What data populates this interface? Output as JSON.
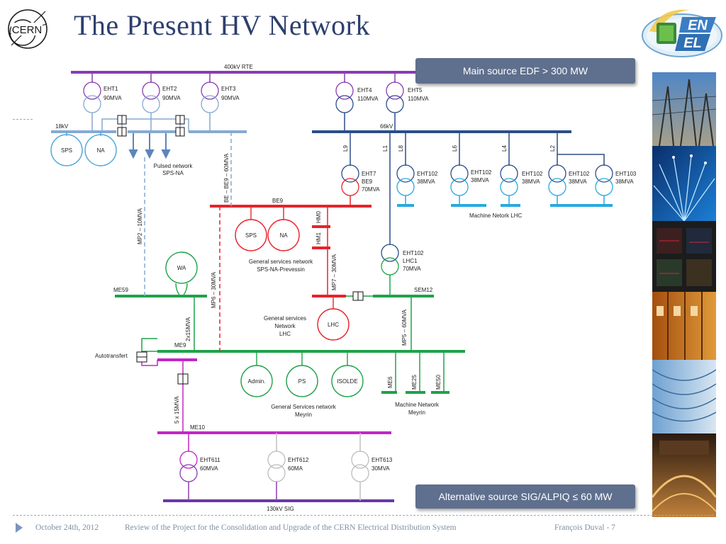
{
  "slide": {
    "title": "The Present HV Network",
    "cern_logo_text": "CERN",
    "enel_logo_text_top": "EN",
    "enel_logo_text_bottom": "EL",
    "callout_main": "Main source  EDF > 300 MW",
    "callout_alt": "Alternative source SIG/ALPIQ ≤ 60 MW"
  },
  "footer": {
    "date": "October 24th, 2012",
    "review": "Review of the Project for the Consolidation and Upgrade of the  CERN Electrical Distribution System",
    "author": "François Duval - 7"
  },
  "colors": {
    "title": "#2e3f6e",
    "bus_400kv": "#8a3cb3",
    "bus_18kv": "#86a9d2",
    "bus_66kv": "#2b4d88",
    "bus_be9": "#e8232b",
    "bus_me": "#1fa24a",
    "bus_me10": "#c226c9",
    "bus_lhc": "#27a9e1",
    "bus_130kv": "#6a35a9"
  },
  "diagram": {
    "bus_400kv": "400kV RTE",
    "bus_18kv": "18kV",
    "bus_66kv": "66kV",
    "bus_be9": "BE9",
    "bus_me59": "ME59",
    "bus_sem12": "SEM12",
    "bus_me9": "ME9",
    "bus_me10": "ME10",
    "bus_130kv": "130kV SIG",
    "eht1_name": "EHT1",
    "eht1_rating": "90MVA",
    "eht2_name": "EHT2",
    "eht2_rating": "90MVA",
    "eht3_name": "EHT3",
    "eht3_rating": "90MVA",
    "eht4_name": "EHT4",
    "eht4_rating": "110MVA",
    "eht5_name": "EHT5",
    "eht5_rating": "110MVA",
    "eht7_l1": "EHT7",
    "eht7_l2": "BE9",
    "eht7_l3": "70MVA",
    "lhc_eht1_name": "EHT102",
    "lhc_eht1_rating": "38MVA",
    "lhc_eht2_name": "EHT102",
    "lhc_eht2_rating": "38MVA",
    "lhc_eht3_name": "EHT102",
    "lhc_eht3_rating": "38MVA",
    "lhc_eht4_name": "EHT102",
    "lhc_eht4_rating": "38MVA",
    "lhc_eht5_name": "EHT103",
    "lhc_eht5_rating": "38MVA",
    "ehtlhc1_l1": "EHT102",
    "ehtlhc1_l2": "LHC1",
    "ehtlhc1_l3": "70MVA",
    "eht611_name": "EHT611",
    "eht611_rating": "60MVA",
    "eht612_name": "EHT612",
    "eht612_rating": "60MA",
    "eht613_name": "EHT613",
    "eht613_rating": "30MVA",
    "line_l9": "L9",
    "line_l1": "L1",
    "line_l8": "L8",
    "line_l6": "L6",
    "line_l4": "L4",
    "line_l2": "L2",
    "load_sps": "SPS",
    "load_na": "NA",
    "load_be9_sps": "SPS",
    "load_be9_na": "NA",
    "load_wa": "WA",
    "load_lhc": "LHC",
    "load_admin": "Admin.",
    "load_ps": "PS",
    "load_isolde": "ISOLDE",
    "pulsed_l1": "Pulsed network",
    "pulsed_l2": "SPS-NA",
    "gsn_prevessin_l1": "General services network",
    "gsn_prevessin_l2": "SPS-NA-Prevessin",
    "gsn_lhc_l1": "General services",
    "gsn_lhc_l2": "Network",
    "gsn_lhc_l3": "LHC",
    "gsn_meyrin_l1": "General Services network",
    "gsn_meyrin_l2": "Meyrin",
    "machine_lhc": "Machine Netork LHC",
    "machine_meyrin_l1": "Machine Network",
    "machine_meyrin_l2": "Meyrin",
    "link_be_be9": "BE – BE9 – 60MVA",
    "link_mp2": "MP2 – 10MVA",
    "link_mp6": "MP6 – 30MVA",
    "link_mp7": "MP7 – 30MVA",
    "link_mp5": "MP5 – 60MVA",
    "link_2x15": "2x15MVA",
    "link_5x15": "5 x 15MVA",
    "hm0": "HM0",
    "hm1": "HM1",
    "me6": "ME6",
    "me25": "ME25",
    "me50": "ME50",
    "autotransfert": "Autotransfert"
  }
}
